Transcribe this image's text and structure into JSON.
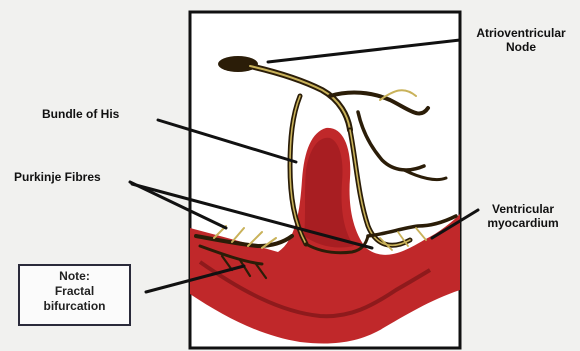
{
  "labels": {
    "av_node_line1": "Atrioventricular",
    "av_node_line2": "Node",
    "bundle_of_his": "Bundle of His",
    "purkinje_fibres": "Purkinje Fibres",
    "ventricular_line1": "Ventricular",
    "ventricular_line2": "myocardium"
  },
  "note": {
    "line1": "Note:",
    "line2": "Fractal",
    "line3": "bifurcation"
  },
  "colors": {
    "myocardium": "#c0282a",
    "conduction": "#2b1d08",
    "conduction_highlight": "#c9b25a",
    "frame": "#111111"
  }
}
